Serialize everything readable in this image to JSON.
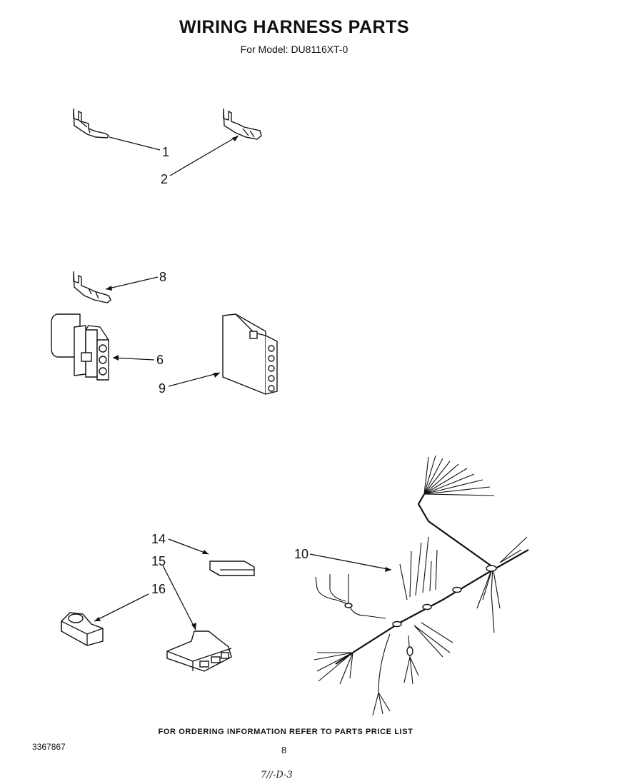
{
  "header": {
    "title": "WIRING HARNESS PARTS",
    "model_line": "For Model: DU8116XT-0"
  },
  "callouts": {
    "c1": "1",
    "c2": "2",
    "c8": "8",
    "c6": "6",
    "c9": "9",
    "c14": "14",
    "c15": "15",
    "c16": "16",
    "c10": "10"
  },
  "footer": {
    "ordering_note": "FOR ORDERING INFORMATION REFER TO PARTS PRICE LIST",
    "doc_number": "3367867",
    "page_number": "8",
    "handwritten_note": "7//-D-3"
  }
}
